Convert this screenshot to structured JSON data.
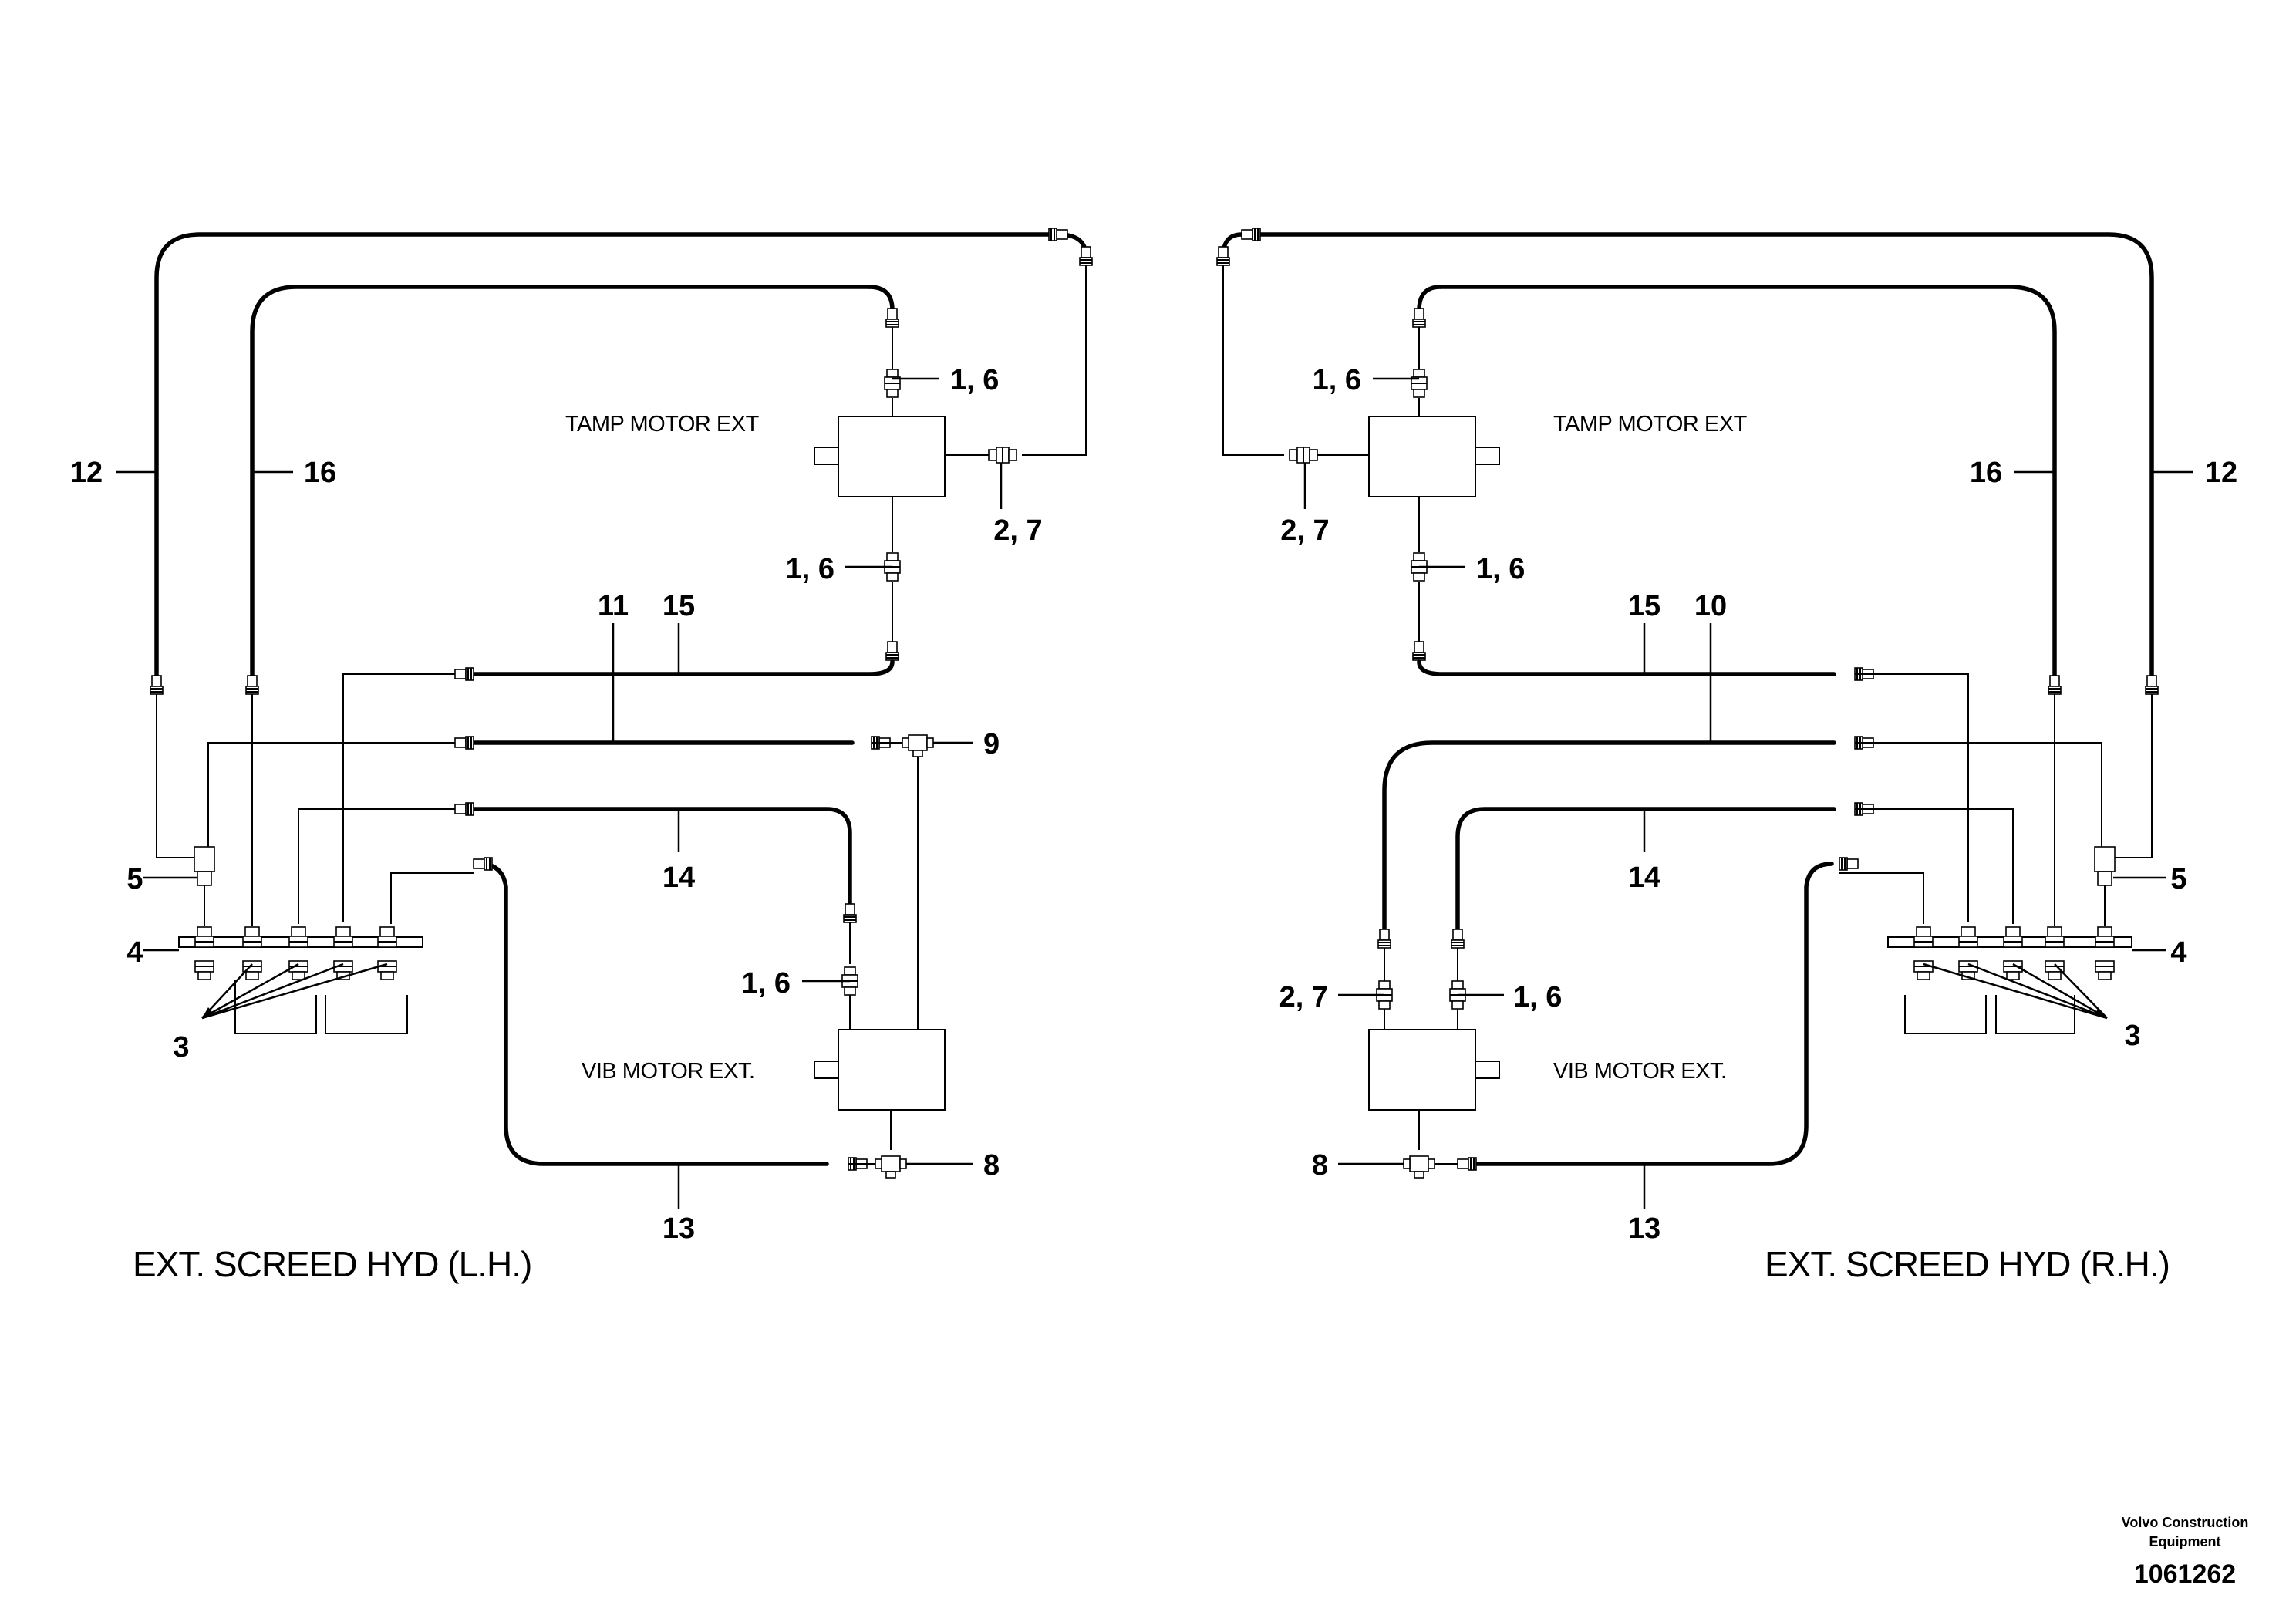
{
  "left": {
    "title": "EXT. SCREED HYD (L.H.)",
    "tamp_label": "TAMP MOTOR EXT",
    "vib_label": "VIB MOTOR EXT.",
    "callouts": {
      "c12": "12",
      "c16": "16",
      "c16_top": "1, 6",
      "c27": "2, 7",
      "c16_mid": "1, 6",
      "c11": "11",
      "c15": "15",
      "c9": "9",
      "c5": "5",
      "c14": "14",
      "c4": "4",
      "c3": "3",
      "c16_vib": "1, 6",
      "c8": "8",
      "c13": "13"
    }
  },
  "right": {
    "title": "EXT. SCREED HYD (R.H.)",
    "tamp_label": "TAMP MOTOR EXT",
    "vib_label": "VIB MOTOR EXT.",
    "callouts": {
      "c16_top": "1, 6",
      "c16": "16",
      "c12": "12",
      "c27": "2, 7",
      "c16_mid": "1, 6",
      "c15": "15",
      "c10": "10",
      "c5": "5",
      "c14": "14",
      "c4": "4",
      "c27_vib": "2, 7",
      "c16_vib": "1, 6",
      "c3": "3",
      "c8": "8",
      "c13": "13"
    }
  },
  "footer": {
    "company_line1": "Volvo Construction",
    "company_line2": "Equipment",
    "drawing_number": "1061262"
  }
}
